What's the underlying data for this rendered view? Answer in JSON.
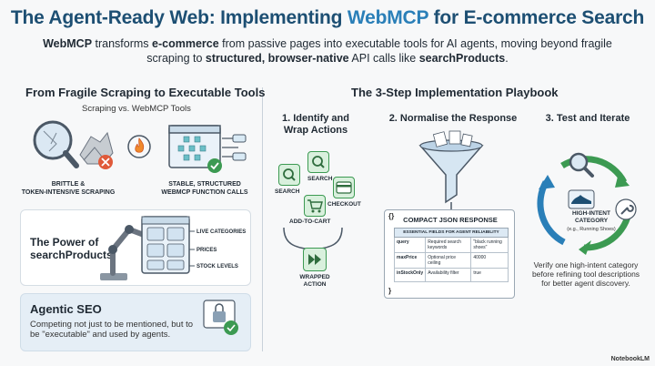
{
  "header": {
    "title_part1": "The Agent-Ready Web: ",
    "title_part2": "Implementing ",
    "title_part3": "WebMCP",
    "title_part4": " for E-commerce Search",
    "subtitle": {
      "s1": "WebMCP",
      "s2": " transforms ",
      "s3": "e-commerce",
      "s4": " from passive pages into executable tools for AI agents, moving beyond fragile scraping to ",
      "s5": "structured, browser-native",
      "s6": " API calls like ",
      "s7": "searchProducts",
      "s8": "."
    }
  },
  "left": {
    "heading": "From Fragile Scraping to Executable Tools",
    "compare_caption": "Scraping vs. WebMCP Tools",
    "brittle_caption": "BRITTLE &\nTOKEN-INTENSIVE SCRAPING",
    "stable_caption": "STABLE, STRUCTURED\nWEBMCP FUNCTION CALLS",
    "power": {
      "title": "The Power of searchProducts",
      "labels": [
        "LIVE CATEGORIES",
        "PRICES",
        "STOCK LEVELS"
      ]
    },
    "seo": {
      "title": "Agentic SEO",
      "body": "Competing not just to be mentioned, but to be \"executable\" and used by agents."
    }
  },
  "right": {
    "heading": "The 3-Step Implementation Playbook",
    "step1": {
      "title": "1. Identify and Wrap Actions",
      "labels": {
        "search": "SEARCH",
        "search2": "SEARCH",
        "checkout": "CHECKOUT",
        "addtocart": "ADD-TO-CART"
      },
      "wrapped": "WRAPPED ACTION"
    },
    "step2": {
      "title": "2. Normalise the Response",
      "json_title": "COMPACT JSON RESPONSE",
      "brace_open": "{}",
      "brace_close": "}",
      "table_header": "ESSENTIAL FIELDS FOR AGENT RELIABILITY",
      "rows": [
        {
          "key": "query",
          "desc": "Required search keywords",
          "value": "\"black running shoes\""
        },
        {
          "key": "maxPrice",
          "desc": "Optional price ceiling",
          "value": "40000"
        },
        {
          "key": "inStockOnly",
          "desc": "Availability filter",
          "value": "true"
        }
      ]
    },
    "step3": {
      "title": "3. Test and Iterate",
      "category": "HIGH-INTENT CATEGORY",
      "category_sub": "(e.g., Running Shoes)",
      "verify": "Verify one high-intent category before refining tool descriptions for better agent discovery."
    }
  },
  "brand": "NotebookLM",
  "colors": {
    "title": "#1d4f73",
    "accent": "#2a7fb8",
    "green": "#3c9a52",
    "red": "#e05a3a"
  }
}
